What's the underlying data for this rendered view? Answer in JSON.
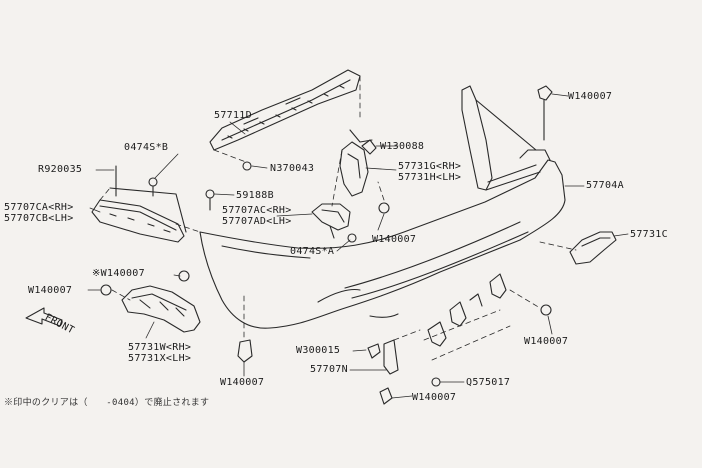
{
  "colors": {
    "background": "#f4f2ef",
    "ink": "#1c1c1c"
  },
  "icons": {
    "direction_arrow": "arrow-left-icon"
  },
  "labels": {
    "p57711D": "57711D",
    "p0474S_B": "0474S*B",
    "pR920035": "R920035",
    "p57707CA": "57707CA<RH>",
    "p57707CB": "57707CB<LH>",
    "pN370043": "N370043",
    "p59188B": "59188B",
    "p57707AC": "57707AC<RH>",
    "p57707AD": "57707AD<LH>",
    "p0474S_A": "0474S*A",
    "pW130088": "W130088",
    "p57731G": "57731G<RH>",
    "p57731H": "57731H<LH>",
    "pW140007_mid": "W140007",
    "pW140007_top": "W140007",
    "p57704A": "57704A",
    "p57731C": "57731C",
    "pW140007_star": "※W140007",
    "pW140007_left": "W140007",
    "front": "FRONT",
    "p57731W": "57731W<RH>",
    "p57731X": "57731X<LH>",
    "pW140007_bottom": "W140007",
    "pW300015": "W300015",
    "p57707N": "57707N",
    "pQ575017": "Q575017",
    "pW140007_low": "W140007",
    "pW140007_right": "W140007",
    "footnote": "※印中のクリアは（　　-0404）で廃止されます"
  }
}
